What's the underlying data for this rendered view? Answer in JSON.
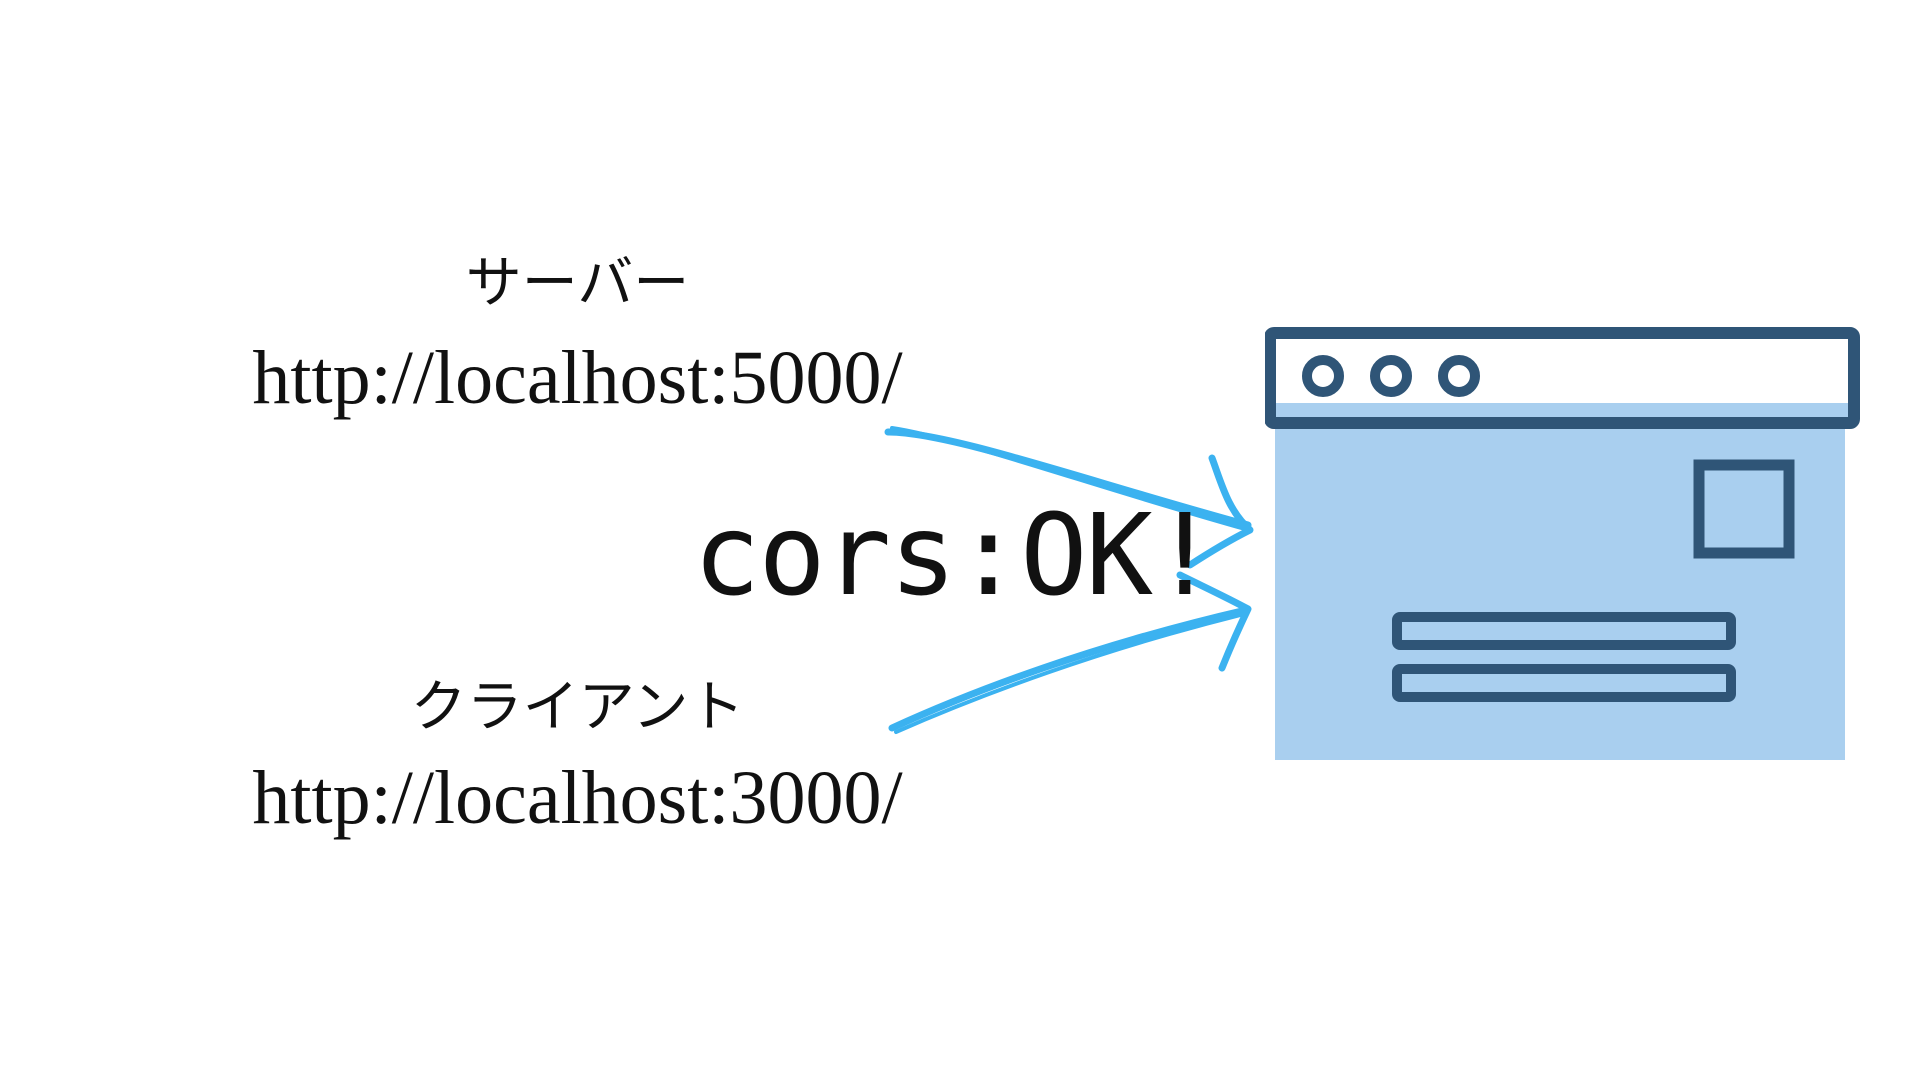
{
  "server": {
    "title": "サーバー",
    "url": "http://localhost:5000/"
  },
  "client": {
    "title": "クライアント",
    "url": "http://localhost:3000/"
  },
  "status": {
    "label": "cors:OK!"
  },
  "icons": {
    "arrows": "hand-drawn-arrow-icon",
    "browser": "browser-window-icon"
  },
  "colors": {
    "arrow": "#3bb2f0",
    "browser_fill": "#a9cfef",
    "browser_stroke": "#2f5577",
    "text": "#111111"
  }
}
